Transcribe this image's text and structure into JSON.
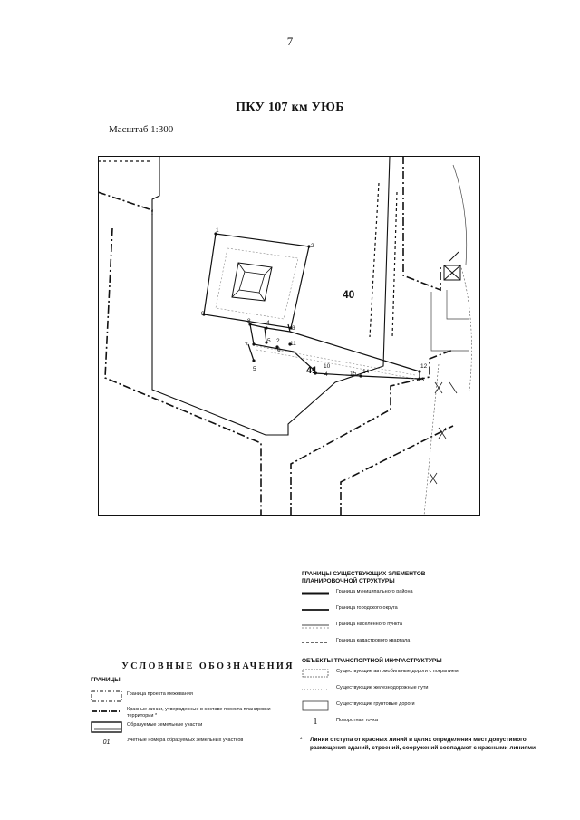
{
  "page_number": "7",
  "title": "ПКУ 107 км УЮБ",
  "scale_label": "Масштаб 1:300",
  "map": {
    "parcel_labels": [
      "40",
      "41"
    ],
    "points": [
      {
        "id": "1",
        "label": "1"
      },
      {
        "id": "2",
        "label": "2"
      },
      {
        "id": "3",
        "label": "3"
      },
      {
        "id": "4",
        "label": "4"
      },
      {
        "id": "5",
        "label": "5"
      },
      {
        "id": "6",
        "label": "6"
      },
      {
        "id": "7",
        "label": "7"
      },
      {
        "id": "8",
        "label": "8"
      },
      {
        "id": "9",
        "label": "9"
      },
      {
        "id": "10",
        "label": "10"
      },
      {
        "id": "11",
        "label": "11"
      },
      {
        "id": "12",
        "label": "12"
      },
      {
        "id": "13",
        "label": "13"
      },
      {
        "id": "14",
        "label": "14"
      },
      {
        "id": "15",
        "label": "15"
      },
      {
        "id": "2b",
        "label": "2"
      },
      {
        "id": "4b",
        "label": "4"
      },
      {
        "id": "5b",
        "label": "5"
      }
    ]
  },
  "legend_right": {
    "heading1_line1": "ГРАНИЦЫ СУЩЕСТВУЮЩИХ ЭЛЕМЕНТОВ",
    "heading1_line2": "ПЛАНИРОВОЧНОЙ СТРУКТУРЫ",
    "items1": [
      "Граница муниципального района",
      "Граница городского округа",
      "Граница населенного пункта",
      "Граница кадастрового квартала"
    ],
    "heading2": "ОБЪЕКТЫ ТРАНСПОРТНОЙ ИНФРАСТРУКТУРЫ",
    "items2": [
      "Существующие автомобильные дороги с покрытием",
      "Существующие железнодорожные пути",
      "Существующие грунтовые дороги"
    ],
    "point_symbol": "1",
    "point_text": "Поворотная точка"
  },
  "legend_left": {
    "title": "УСЛОВНЫЕ ОБОЗНАЧЕНИЯ",
    "subtitle": "ГРАНИЦЫ",
    "items": [
      {
        "text": "Граница проекта межевания"
      },
      {
        "text": "Красные линии, утвержденные в составе проекта планировки территории *"
      },
      {
        "text": "Образуемые земельные участки"
      },
      {
        "symbol": "01",
        "text": "Учетные номера образуемых земельных участков"
      }
    ]
  },
  "footnote": {
    "star": "*",
    "text": "Линии отступа от красных линий в целях определения мест допустимого размещения зданий, строений, сооружений совпадают с красными линиями"
  }
}
